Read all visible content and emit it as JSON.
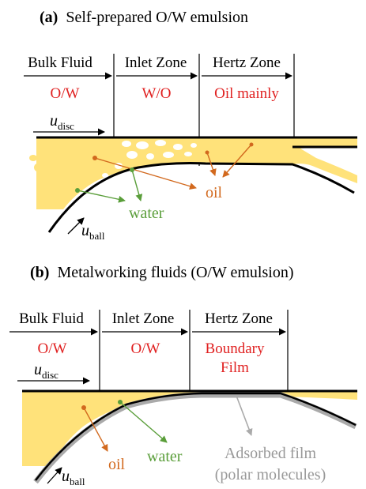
{
  "colors": {
    "oil_fill": "#ffe27a",
    "oil_label": "#d2691e",
    "water_label": "#5a9e3a",
    "accent_red": "#e02020",
    "line": "#000000",
    "adsorbed": "#aaaaaa"
  },
  "panel_a": {
    "tag": "(a)",
    "title": "Self-prepared O/W emulsion",
    "zones": {
      "bulk": "Bulk Fluid",
      "inlet": "Inlet Zone",
      "hertz": "Hertz Zone"
    },
    "phases": {
      "bulk": "O/W",
      "inlet": "W/O",
      "hertz": "Oil mainly"
    },
    "u_disc": {
      "symbol": "u",
      "sub": "disc"
    },
    "u_ball": {
      "symbol": "u",
      "sub": "ball"
    },
    "oil_label": "oil",
    "water_label": "water"
  },
  "panel_b": {
    "tag": "(b)",
    "title": "Metalworking fluids (O/W emulsion)",
    "zones": {
      "bulk": "Bulk Fluid",
      "inlet": "Inlet Zone",
      "hertz": "Hertz Zone"
    },
    "phases": {
      "bulk": "O/W",
      "inlet": "O/W",
      "hertz_line1": "Boundary",
      "hertz_line2": "Film"
    },
    "u_disc": {
      "symbol": "u",
      "sub": "disc"
    },
    "u_ball": {
      "symbol": "u",
      "sub": "ball"
    },
    "oil_label": "oil",
    "water_label": "water",
    "adsorbed_line1": "Adsorbed film",
    "adsorbed_line2": "(polar molecules)"
  }
}
